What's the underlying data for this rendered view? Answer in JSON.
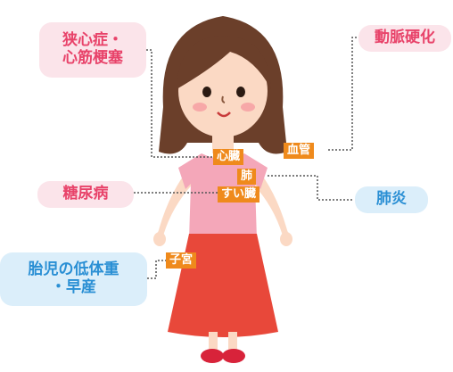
{
  "callouts": {
    "angina": {
      "line1": "狭心症・",
      "line2": "心筋梗塞"
    },
    "arteriosclerosis": "動脈硬化",
    "diabetes": "糖尿病",
    "pneumonia": "肺炎",
    "low_birth_weight": {
      "line1": "胎児の低体重",
      "line2": "・早産"
    }
  },
  "organ_tags": {
    "heart": "心臓",
    "lung": "肺",
    "pancreas": "すい臓",
    "blood_vessel": "血管",
    "uterus": "子宮"
  },
  "colors": {
    "pink_text": "#e8436a",
    "pink_bg": "#fbe4ea",
    "blue_text": "#2a8fd4",
    "blue_bg": "#dbeefa",
    "tag_bg": "#ef8a1c",
    "hair": "#6b3f2a",
    "shirt": "#f4a7b9",
    "skirt": "#e8483a"
  }
}
